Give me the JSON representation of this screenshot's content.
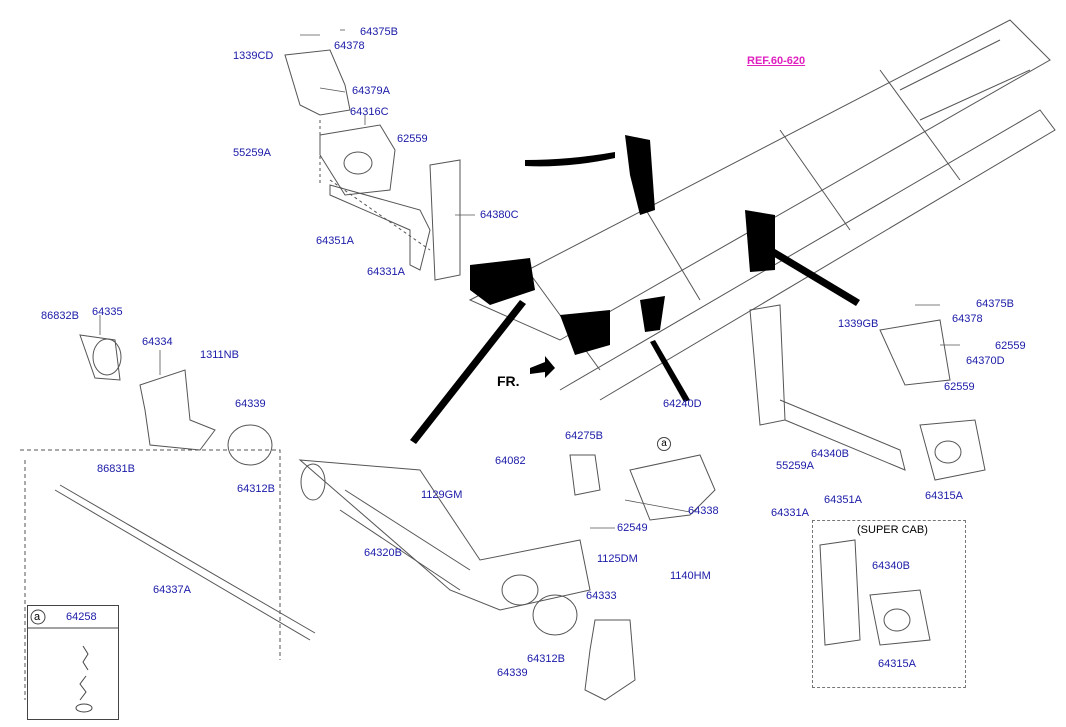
{
  "ref_label": "REF.60-620",
  "front_label": "FR.",
  "super_cab_label": "(SUPER CAB)",
  "inset": {
    "marker": "a",
    "part": "64258"
  },
  "callout_marker": "a",
  "parts": {
    "p64375B_top": "64375B",
    "p64378_top": "64378",
    "p1339CD": "1339CD",
    "p64379A": "64379A",
    "p64316C": "64316C",
    "p62559_top": "62559",
    "p55259A_top": "55259A",
    "p64380C": "64380C",
    "p64351A_top": "64351A",
    "p64331A_top": "64331A",
    "p86832B": "86832B",
    "p64335": "64335",
    "p64334": "64334",
    "p1311NB": "1311NB",
    "p64339_left": "64339",
    "p86831B": "86831B",
    "p64312B_left": "64312B",
    "p64337A": "64337A",
    "p64082": "64082",
    "p1129GM": "1129GM",
    "p64320B": "64320B",
    "p64275B": "64275B",
    "p64240D": "64240D",
    "p64338": "64338",
    "p62549": "62549",
    "p1125DM": "1125DM",
    "p1140HM": "1140HM",
    "p64333": "64333",
    "p64312B_bottom": "64312B",
    "p64339_bottom": "64339",
    "p64375B_right": "64375B",
    "p64378_right": "64378",
    "p1339GB": "1339GB",
    "p62559_r1": "62559",
    "p64370D": "64370D",
    "p62559_r2": "62559",
    "p64340B": "64340B",
    "p55259A_right": "55259A",
    "p64351A_right": "64351A",
    "p64315A_right": "64315A",
    "p64331A_right": "64331A",
    "p64340B_sc": "64340B",
    "p64315A_sc": "64315A"
  }
}
